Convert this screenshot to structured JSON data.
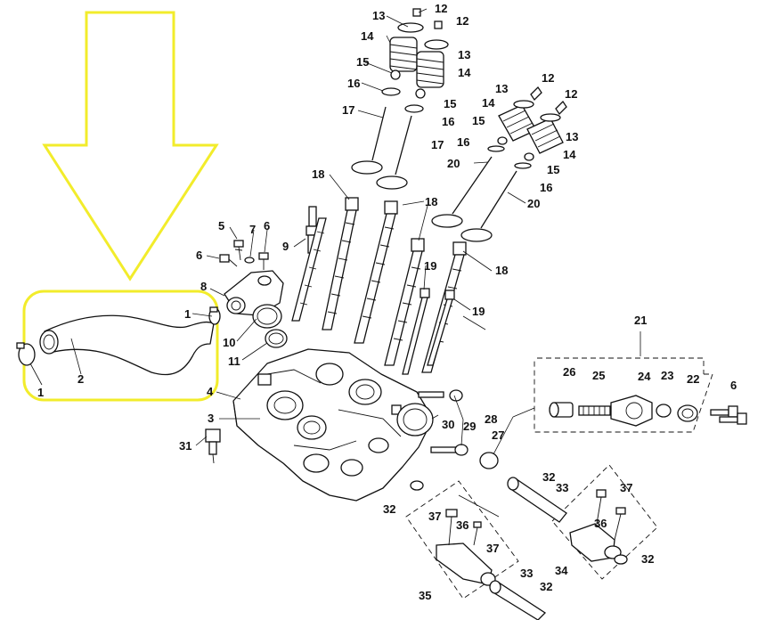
{
  "highlight_color": "#f2ec2b",
  "line_color": "#111111",
  "callouts": {
    "c1a": "1",
    "c1b": "1",
    "c2": "2",
    "c3": "3",
    "c4": "4",
    "c5": "5",
    "c6a": "6",
    "c6b": "6",
    "c6c": "6",
    "c7": "7",
    "c8": "8",
    "c9": "9",
    "c10": "10",
    "c11": "11",
    "c12a": "12",
    "c12b": "12",
    "c12c": "12",
    "c12d": "12",
    "c13a": "13",
    "c13b": "13",
    "c13c": "13",
    "c13d": "13",
    "c14a": "14",
    "c14b": "14",
    "c14c": "14",
    "c14d": "14",
    "c15a": "15",
    "c15b": "15",
    "c15c": "15",
    "c15d": "15",
    "c16a": "16",
    "c16b": "16",
    "c16c": "16",
    "c16d": "16",
    "c17a": "17",
    "c17b": "17",
    "c18a": "18",
    "c18b": "18",
    "c18c": "18",
    "c19a": "19",
    "c19b": "19",
    "c20a": "20",
    "c20b": "20",
    "c21": "21",
    "c22": "22",
    "c23": "23",
    "c24": "24",
    "c25": "25",
    "c26": "26",
    "c27": "27",
    "c28": "28",
    "c29": "29",
    "c30": "30",
    "c31": "31",
    "c32a": "32",
    "c32b": "32",
    "c32c": "32",
    "c32d": "32",
    "c33a": "33",
    "c33b": "33",
    "c34": "34",
    "c35": "35",
    "c36a": "36",
    "c36b": "36",
    "c37a": "37",
    "c37b": "37",
    "c37c": "37"
  }
}
